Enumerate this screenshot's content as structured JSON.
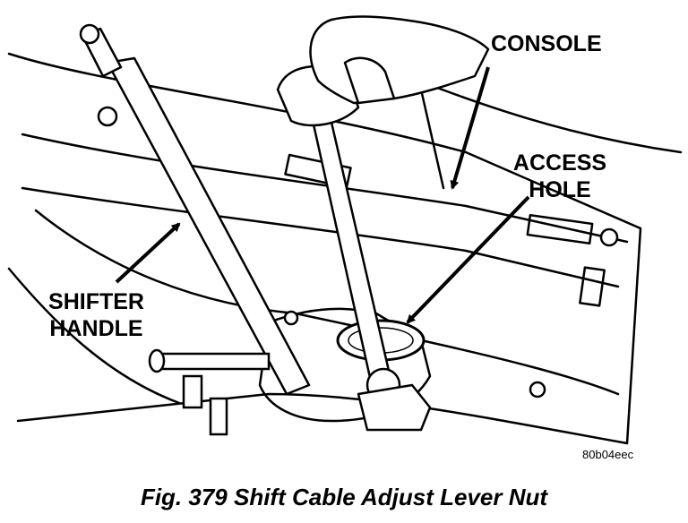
{
  "labels": {
    "console": "CONSOLE",
    "access_hole_line1": "ACCESS",
    "access_hole_line2": "HOLE",
    "shifter_handle_line1": "SHIFTER",
    "shifter_handle_line2": "HANDLE"
  },
  "figure_code": "80b04eec",
  "caption": "Fig. 379 Shift Cable Adjust Lever Nut"
}
